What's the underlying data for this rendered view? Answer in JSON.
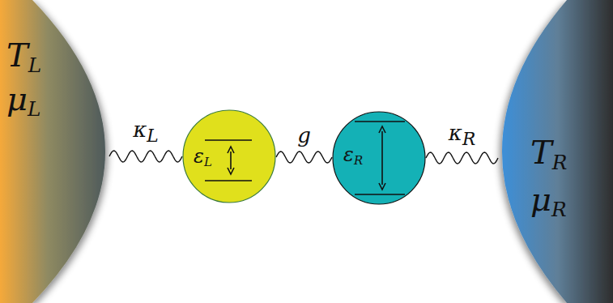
{
  "diagram": {
    "nodes": [
      {
        "text": [
          "TL",
          "μL"
        ]
      },
      {
        "text": [
          "εL"
        ]
      },
      {
        "text": [
          "εR"
        ]
      },
      {
        "text": [
          "TR",
          "μR"
        ]
      }
    ],
    "edges": [
      {
        "from": 0,
        "to": 1,
        "arrow": "none",
        "label": "κL"
      },
      {
        "from": 1,
        "to": 2,
        "arrow": "none",
        "label": "g"
      },
      {
        "from": 2,
        "to": 3,
        "arrow": "none",
        "label": "κR"
      }
    ]
  }
}
